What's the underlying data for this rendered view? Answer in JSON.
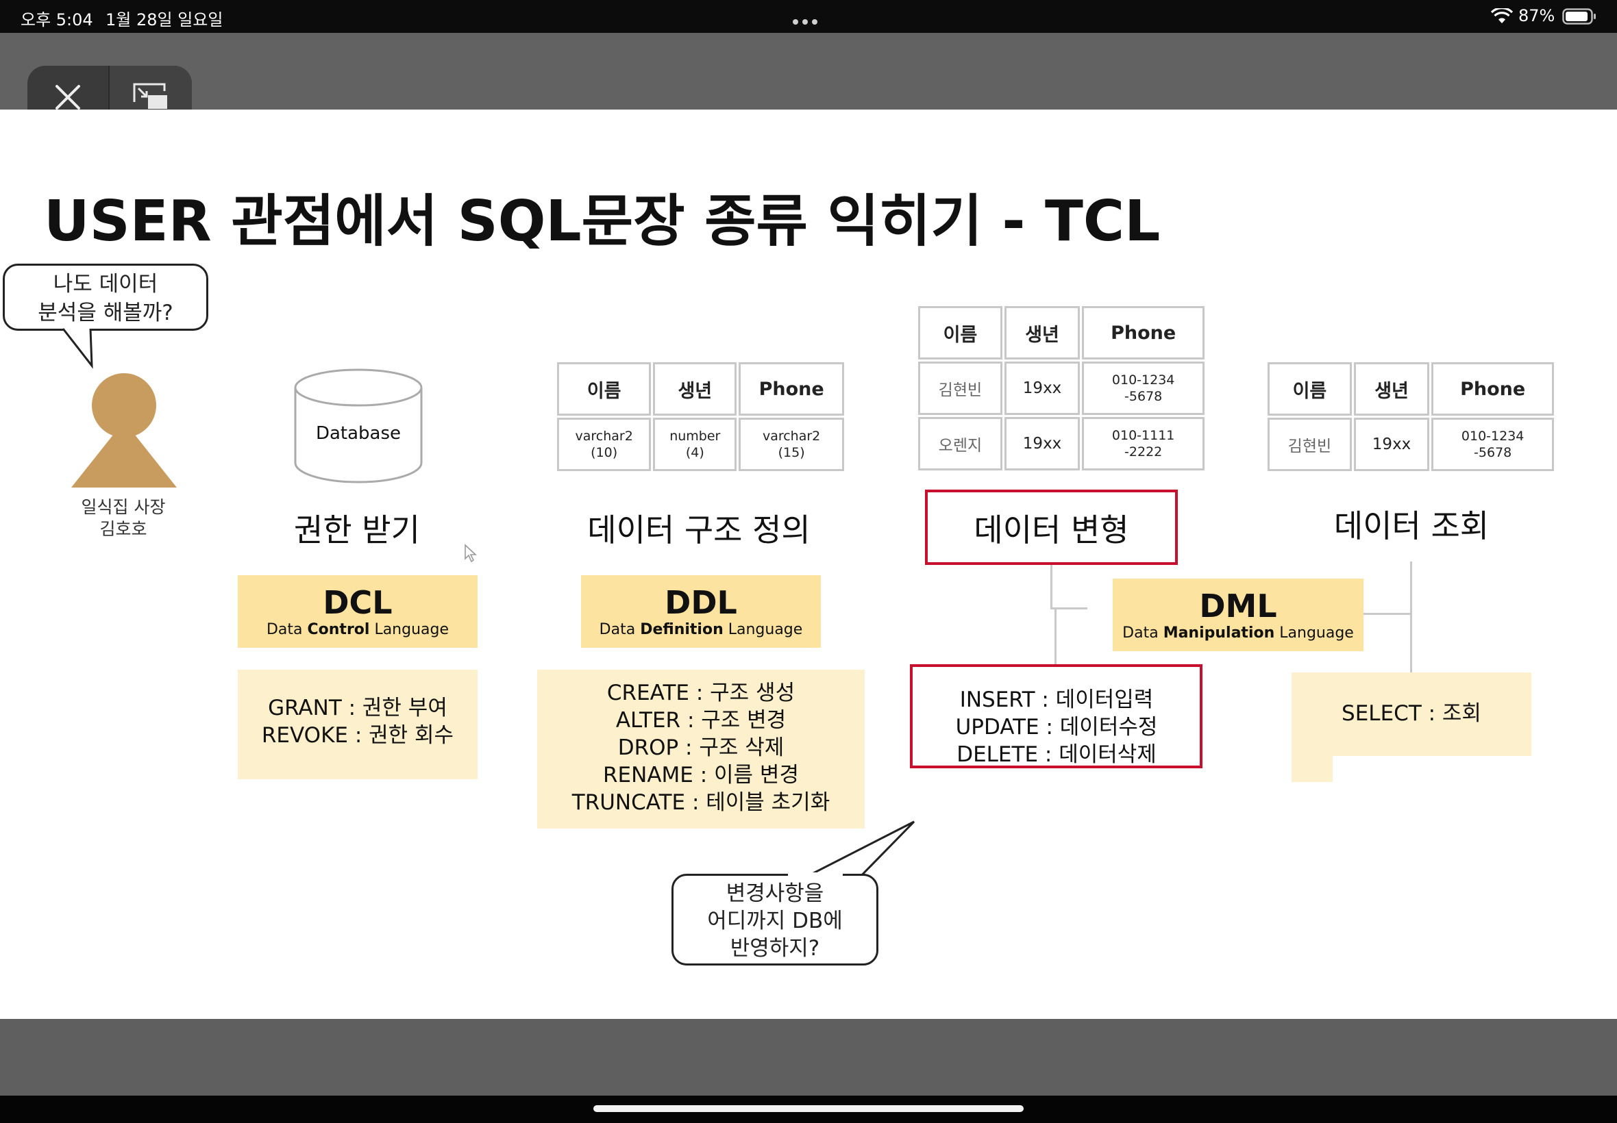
{
  "status_bar": {
    "time": "오후 5:04",
    "date": "1월 28일 일요일",
    "battery_percent": "87%"
  },
  "colors": {
    "lang_box": "#fde3a0",
    "cmd_box": "#fdf0cc",
    "highlight": "#c8102e",
    "person": "#c89b5f"
  },
  "slide": {
    "title": "USER 관점에서 SQL문장 종류 익히기 - TCL",
    "user_bubble": [
      "나도 데이터",
      "분석을 해볼까?"
    ],
    "person_caption": [
      "일식집 사장",
      "김호호"
    ],
    "database_label": "Database",
    "dcl": {
      "caption": "권한 받기",
      "abbr": "DCL",
      "full_pre": "Data ",
      "full_bold": "Control",
      "full_post": " Language",
      "commands": [
        "GRANT : 권한 부여",
        "REVOKE : 권한 회수"
      ]
    },
    "ddl": {
      "caption": "데이터 구조 정의",
      "abbr": "DDL",
      "full_pre": "Data ",
      "full_bold": "Definition",
      "full_post": " Language",
      "commands": [
        "CREATE : 구조 생성",
        "ALTER : 구조 변경",
        "DROP : 구조 삭제",
        "RENAME : 이름 변경",
        "TRUNCATE : 테이블 초기화"
      ],
      "table": {
        "headers": [
          "이름",
          "생년",
          "Phone"
        ],
        "row": [
          [
            "varchar2",
            "(10)"
          ],
          [
            "number",
            "(4)"
          ],
          [
            "varchar2",
            "(15)"
          ]
        ]
      }
    },
    "dml": {
      "caption_modify": "데이터 변형",
      "caption_query": "데이터 조회",
      "abbr": "DML",
      "full_pre": "Data ",
      "full_bold": "Manipulation",
      "full_post": " Language",
      "modify_commands": [
        "INSERT : 데이터입력",
        "UPDATE : 데이터수정",
        "DELETE : 데이터삭제"
      ],
      "query_commands": [
        "SELECT : 조회"
      ],
      "modify_table": {
        "headers": [
          "이름",
          "생년",
          "Phone"
        ],
        "rows": [
          [
            "김현빈",
            "19xx",
            [
              "010-1234",
              "-5678"
            ]
          ],
          [
            "오렌지",
            "19xx",
            [
              "010-1111",
              "-2222"
            ]
          ]
        ]
      },
      "query_table": {
        "headers": [
          "이름",
          "생년",
          "Phone"
        ],
        "rows": [
          [
            "김현빈",
            "19xx",
            [
              "010-1234",
              "-5678"
            ]
          ]
        ]
      }
    },
    "tcl_bubble": [
      "변경사항을",
      "어디까지 DB에",
      "반영하지?"
    ]
  }
}
